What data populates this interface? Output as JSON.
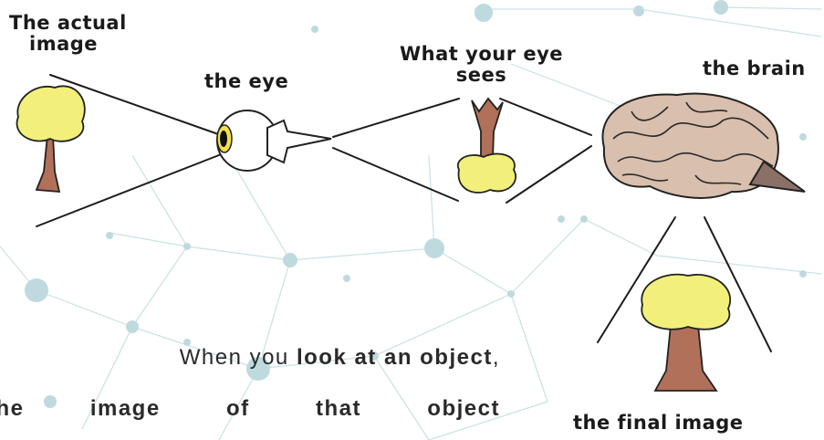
{
  "labels": {
    "actual_image_line1": "The actual",
    "actual_image_line2": "image",
    "the_eye": "the eye",
    "what_eye_sees_line1": "What your eye",
    "what_eye_sees_line2": "sees",
    "the_brain": "the brain",
    "final_image": "the final image"
  },
  "paragraph": {
    "line1_prefix": "When you ",
    "line1_bold": "look at an object",
    "line1_suffix": ",",
    "line2_words": [
      "the",
      "image",
      "of",
      "that",
      "object"
    ]
  },
  "colors": {
    "foliage": "#f2f07a",
    "trunk": "#b0705a",
    "network": "#bcd9dd"
  }
}
